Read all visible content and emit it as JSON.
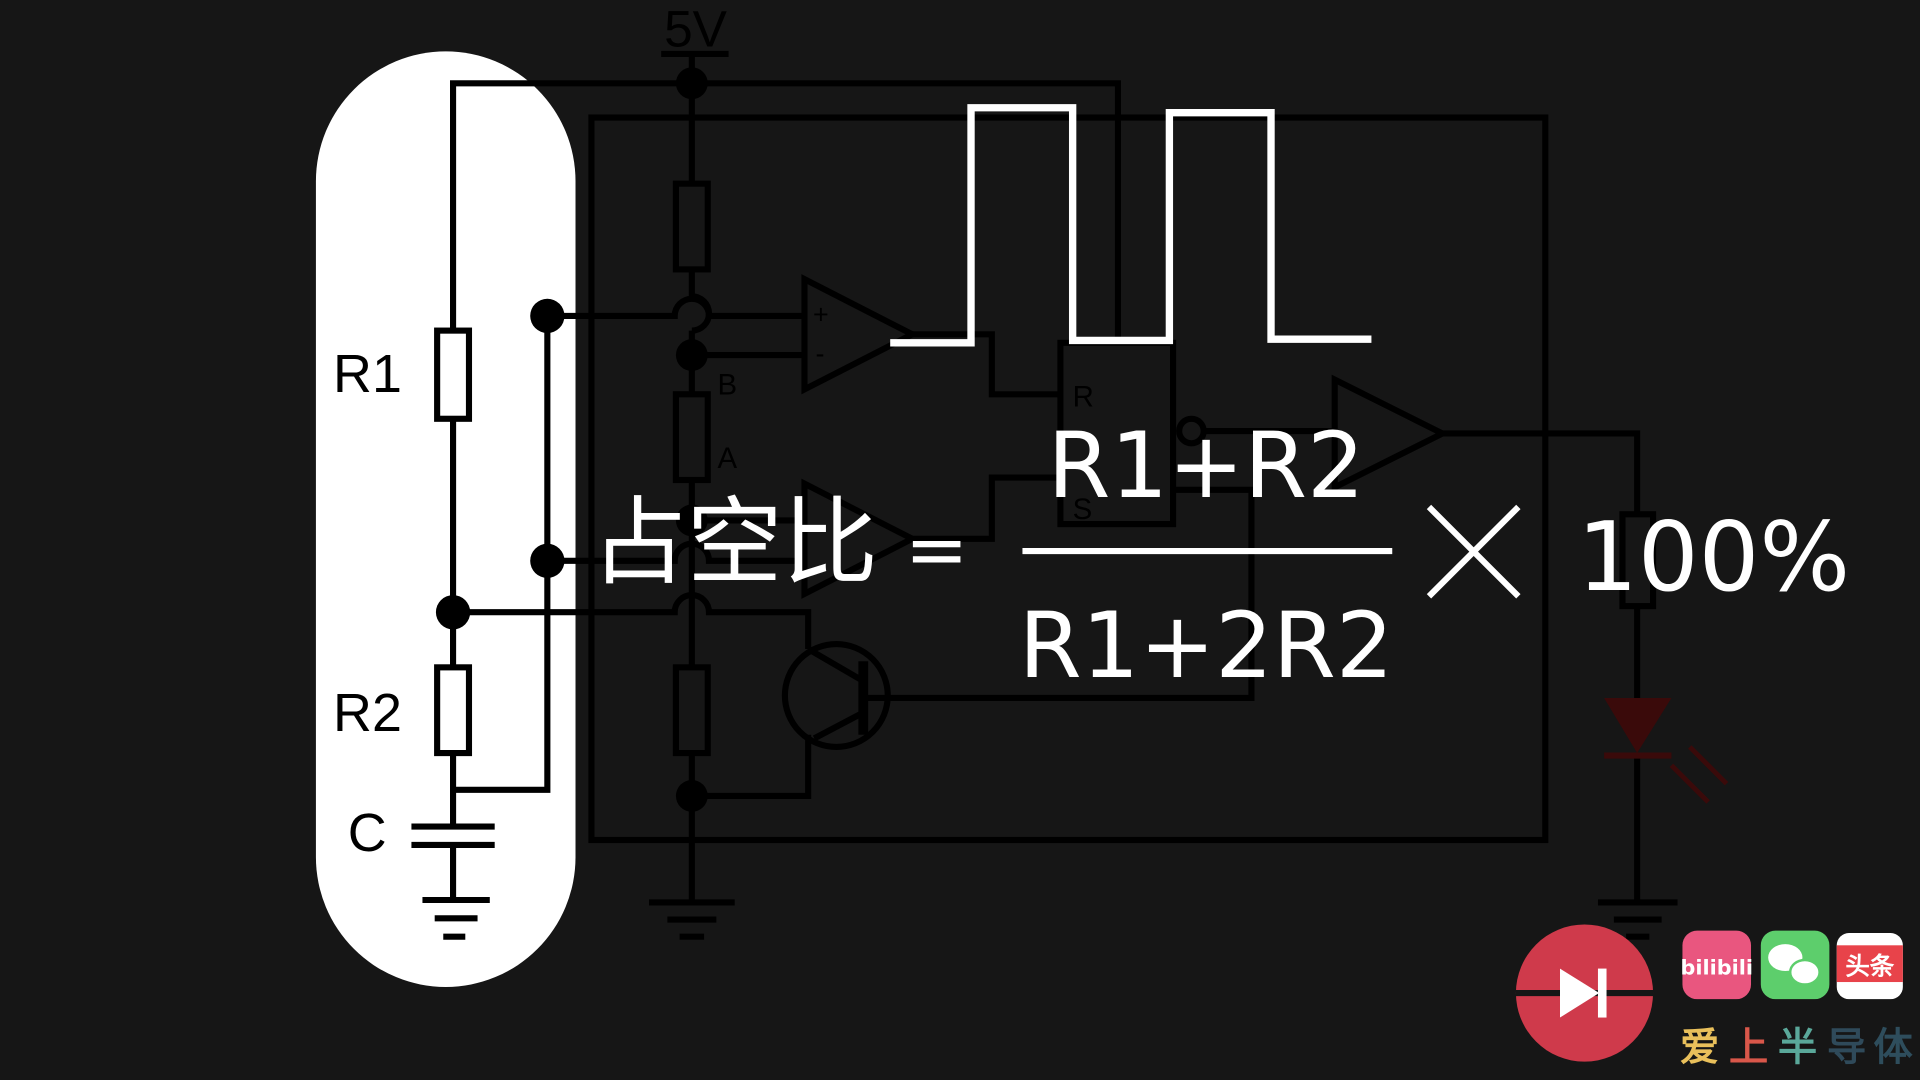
{
  "supply_label": "5V",
  "components": {
    "r1": "R1",
    "r2": "R2",
    "c": "C",
    "node_b": "B",
    "node_a": "A",
    "plus": "+",
    "minus": "-",
    "reset": "R",
    "set": "S"
  },
  "formula": {
    "lhs": "占空比",
    "equals": "=",
    "numerator": "R1+R2",
    "denominator": "R1+2R2",
    "times": "×",
    "percent": "100%"
  },
  "branding": {
    "channel_name": [
      "爱",
      "上",
      "半",
      "导",
      "体"
    ],
    "channel_colors": [
      "#e9c05b",
      "#d9574a",
      "#5aa89a",
      "#2f4a5a",
      "#2e4d5c"
    ],
    "icons": [
      "diode-logo-icon",
      "bilibili-icon",
      "wechat-icon",
      "toutiao-icon"
    ],
    "bilibili": "bilibili",
    "toutiao": "头条"
  },
  "colors": {
    "background": "#161616",
    "highlight": "#ffffff",
    "logo": "#cf3a4b",
    "led": "#3a0a0a"
  }
}
